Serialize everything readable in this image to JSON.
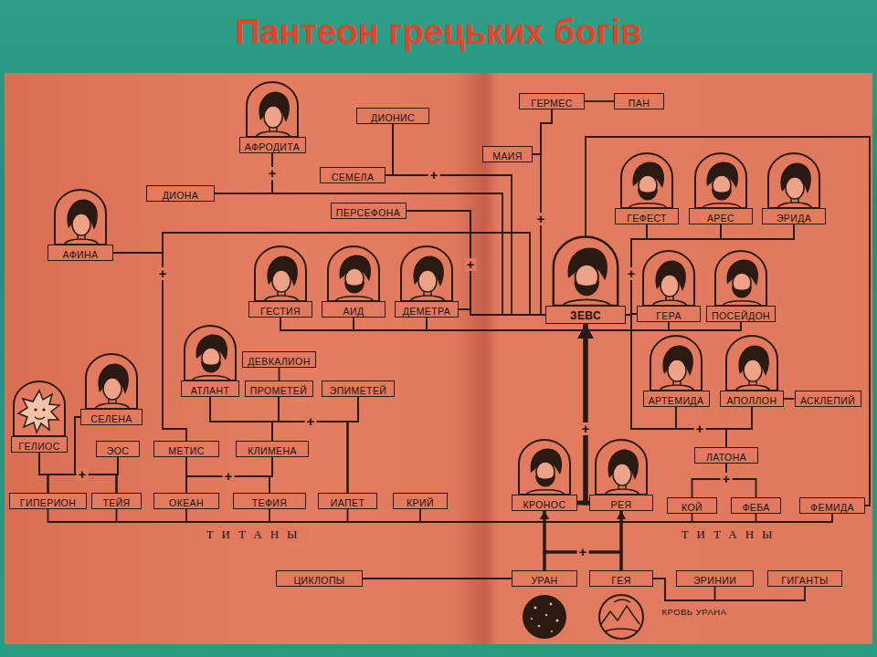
{
  "diagram": {
    "title": "Пантеон грецьких богів",
    "nodes": [
      {
        "text": [
          "АФРОДИТА"
        ]
      },
      {
        "text": [
          "ДИОНИС"
        ]
      },
      {
        "text": [
          "СЕМЕЛА"
        ]
      },
      {
        "text": [
          "ДИОНА"
        ]
      },
      {
        "text": [
          "ПЕРСЕФОНА"
        ]
      },
      {
        "text": [
          "АФИНА"
        ]
      },
      {
        "text": [
          "ГЕСТИЯ"
        ]
      },
      {
        "text": [
          "АИД"
        ]
      },
      {
        "text": [
          "ДЕМЕТРА"
        ]
      },
      {
        "text": [
          "ГЕРМЕС"
        ]
      },
      {
        "text": [
          "ПАН"
        ]
      },
      {
        "text": [
          "МАИЯ"
        ]
      },
      {
        "text": [
          "ГЕФЕСТ"
        ]
      },
      {
        "text": [
          "АРЕС"
        ]
      },
      {
        "text": [
          "ЭРИДА"
        ]
      },
      {
        "text": [
          "ЗЕВС"
        ]
      },
      {
        "text": [
          "ГЕРА"
        ]
      },
      {
        "text": [
          "ПОСЕЙДОН"
        ]
      },
      {
        "text": [
          "АРТЕМИДА"
        ]
      },
      {
        "text": [
          "АПОЛЛОН"
        ]
      },
      {
        "text": [
          "АСКЛЕПИЙ"
        ]
      },
      {
        "text": [
          "АТЛАНТ"
        ]
      },
      {
        "text": [
          "ДЕВКАЛИОН"
        ]
      },
      {
        "text": [
          "ПРОМЕТЕЙ"
        ]
      },
      {
        "text": [
          "ЭПИМЕТЕЙ"
        ]
      },
      {
        "text": [
          "ГЕЛИОС"
        ]
      },
      {
        "text": [
          "СЕЛЕНА"
        ]
      },
      {
        "text": [
          "ЭОС"
        ]
      },
      {
        "text": [
          "МЕТИС"
        ]
      },
      {
        "text": [
          "КЛИМЕНА"
        ]
      },
      {
        "text": [
          "ЛАТОНА"
        ]
      },
      {
        "text": [
          "ГИПЕРИОН"
        ]
      },
      {
        "text": [
          "ТЕЙЯ"
        ]
      },
      {
        "text": [
          "ОКЕАН"
        ]
      },
      {
        "text": [
          "ТЕФИЯ"
        ]
      },
      {
        "text": [
          "ИАПЕТ"
        ]
      },
      {
        "text": [
          "КРИЙ"
        ]
      },
      {
        "text": [
          "КРОНОС"
        ]
      },
      {
        "text": [
          "РЕЯ"
        ]
      },
      {
        "text": [
          "КОЙ"
        ]
      },
      {
        "text": [
          "ФЕБА"
        ]
      },
      {
        "text": [
          "ФЕМИДА"
        ]
      },
      {
        "text": [
          "ЦИКЛОПЫ"
        ]
      },
      {
        "text": [
          "УРАН"
        ]
      },
      {
        "text": [
          "ГЕЯ"
        ]
      },
      {
        "text": [
          "ЭРИНИИ"
        ]
      },
      {
        "text": [
          "ГИГАНТЫ"
        ]
      }
    ],
    "edges": [
      {
        "from": 43,
        "to": 37,
        "arrow": "to"
      },
      {
        "from": 43,
        "to": 38,
        "arrow": "to"
      },
      {
        "from": 44,
        "to": 37,
        "arrow": "to"
      },
      {
        "from": 44,
        "to": 38,
        "arrow": "to"
      },
      {
        "from": 43,
        "to": 42,
        "arrow": "none"
      },
      {
        "from": 44,
        "to": 45,
        "arrow": "none"
      },
      {
        "from": 44,
        "to": 46,
        "arrow": "none"
      },
      {
        "from": 43,
        "to": 31,
        "arrow": "none"
      },
      {
        "from": 43,
        "to": 32,
        "arrow": "none"
      },
      {
        "from": 43,
        "to": 33,
        "arrow": "none"
      },
      {
        "from": 43,
        "to": 34,
        "arrow": "none"
      },
      {
        "from": 43,
        "to": 35,
        "arrow": "none"
      },
      {
        "from": 43,
        "to": 36,
        "arrow": "none"
      },
      {
        "from": 43,
        "to": 39,
        "arrow": "none"
      },
      {
        "from": 43,
        "to": 40,
        "arrow": "none"
      },
      {
        "from": 43,
        "to": 41,
        "arrow": "none"
      },
      {
        "from": 37,
        "to": 15,
        "arrow": "to"
      },
      {
        "from": 38,
        "to": 15,
        "arrow": "to"
      },
      {
        "from": 37,
        "to": 6,
        "arrow": "none"
      },
      {
        "from": 37,
        "to": 7,
        "arrow": "none"
      },
      {
        "from": 37,
        "to": 8,
        "arrow": "none"
      },
      {
        "from": 37,
        "to": 16,
        "arrow": "none"
      },
      {
        "from": 37,
        "to": 17,
        "arrow": "none"
      },
      {
        "from": 38,
        "to": 6,
        "arrow": "none"
      },
      {
        "from": 38,
        "to": 7,
        "arrow": "none"
      },
      {
        "from": 38,
        "to": 8,
        "arrow": "none"
      },
      {
        "from": 38,
        "to": 16,
        "arrow": "none"
      },
      {
        "from": 38,
        "to": 17,
        "arrow": "none"
      },
      {
        "from": 15,
        "to": 12,
        "arrow": "none"
      },
      {
        "from": 15,
        "to": 13,
        "arrow": "none"
      },
      {
        "from": 15,
        "to": 14,
        "arrow": "none"
      },
      {
        "from": 16,
        "to": 12,
        "arrow": "none"
      },
      {
        "from": 16,
        "to": 13,
        "arrow": "none"
      },
      {
        "from": 16,
        "to": 14,
        "arrow": "none"
      },
      {
        "from": 15,
        "to": 18,
        "arrow": "none"
      },
      {
        "from": 15,
        "to": 19,
        "arrow": "none"
      },
      {
        "from": 30,
        "to": 18,
        "arrow": "none"
      },
      {
        "from": 30,
        "to": 19,
        "arrow": "none"
      },
      {
        "from": 19,
        "to": 20,
        "arrow": "none"
      },
      {
        "from": 8,
        "to": 4,
        "arrow": "none"
      },
      {
        "from": 15,
        "to": 4,
        "arrow": "none"
      },
      {
        "from": 2,
        "to": 1,
        "arrow": "none"
      },
      {
        "from": 15,
        "to": 1,
        "arrow": "none"
      },
      {
        "from": 11,
        "to": 9,
        "arrow": "none"
      },
      {
        "from": 15,
        "to": 9,
        "arrow": "none"
      },
      {
        "from": 9,
        "to": 10,
        "arrow": "none"
      },
      {
        "from": 3,
        "to": 0,
        "arrow": "none"
      },
      {
        "from": 15,
        "to": 0,
        "arrow": "none"
      },
      {
        "from": 28,
        "to": 5,
        "arrow": "none"
      },
      {
        "from": 15,
        "to": 5,
        "arrow": "none"
      },
      {
        "from": 31,
        "to": 25,
        "arrow": "none"
      },
      {
        "from": 31,
        "to": 26,
        "arrow": "none"
      },
      {
        "from": 31,
        "to": 27,
        "arrow": "none"
      },
      {
        "from": 32,
        "to": 25,
        "arrow": "none"
      },
      {
        "from": 32,
        "to": 26,
        "arrow": "none"
      },
      {
        "from": 32,
        "to": 27,
        "arrow": "none"
      },
      {
        "from": 33,
        "to": 28,
        "arrow": "none"
      },
      {
        "from": 33,
        "to": 29,
        "arrow": "none"
      },
      {
        "from": 34,
        "to": 28,
        "arrow": "none"
      },
      {
        "from": 34,
        "to": 29,
        "arrow": "none"
      },
      {
        "from": 35,
        "to": 21,
        "arrow": "none"
      },
      {
        "from": 35,
        "to": 23,
        "arrow": "none"
      },
      {
        "from": 35,
        "to": 24,
        "arrow": "none"
      },
      {
        "from": 29,
        "to": 21,
        "arrow": "none"
      },
      {
        "from": 29,
        "to": 23,
        "arrow": "none"
      },
      {
        "from": 29,
        "to": 24,
        "arrow": "none"
      },
      {
        "from": 23,
        "to": 22,
        "arrow": "none"
      },
      {
        "from": 39,
        "to": 30,
        "arrow": "none"
      },
      {
        "from": 40,
        "to": 30,
        "arrow": "none"
      },
      {
        "from": 41,
        "to": 15,
        "arrow": "none"
      }
    ],
    "labels": [
      "+",
      "+",
      "+",
      "+",
      "+",
      "+",
      "+",
      "+",
      "+",
      "+",
      "+",
      "+",
      "+",
      "ТИТАНЫ",
      "ТИТАНЫ",
      "КРОВЬ УРАНА"
    ]
  }
}
